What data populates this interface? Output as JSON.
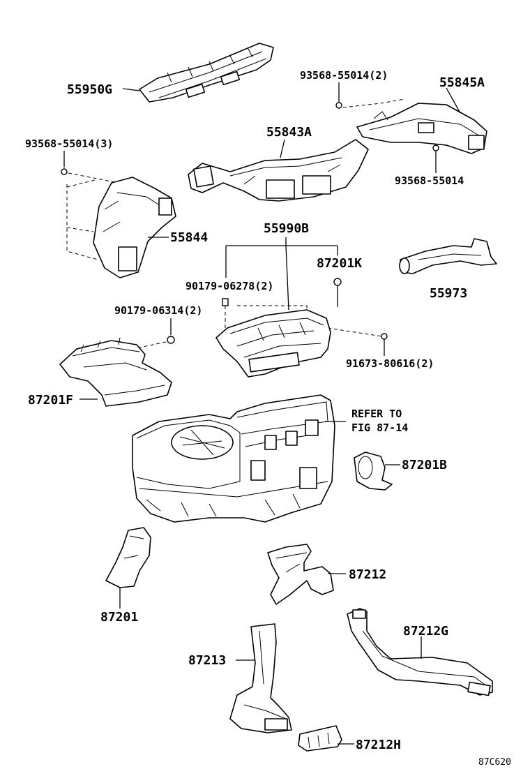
{
  "labels": {
    "p55950G": "55950G",
    "p93568_55014_2": "93568-55014(2)",
    "p55845A": "55845A",
    "p93568_55014_3": "93568-55014(3)",
    "p55843A": "55843A",
    "p93568_55014": "93568-55014",
    "p55844": "55844",
    "p55990B": "55990B",
    "p87201K": "87201K",
    "p90179_06278": "90179-06278(2)",
    "p55973": "55973",
    "p90179_06314": "90179-06314(2)",
    "p91673_80616": "91673-80616(2)",
    "p87201F": "87201F",
    "refer_line1": "REFER TO",
    "refer_line2": "FIG 87-14",
    "p87201B": "87201B",
    "p87212": "87212",
    "p87201": "87201",
    "p87212G": "87212G",
    "p87213": "87213",
    "p87212H": "87212H",
    "fig_code": "87C620"
  }
}
